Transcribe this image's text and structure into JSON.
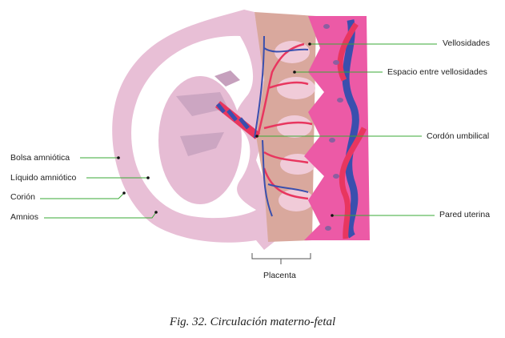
{
  "labels": {
    "vellosidades": "Vellosidades",
    "espacio": "Espacio entre vellosidades",
    "cordon": "Cordón umbilical",
    "pared": "Pared uterina",
    "bolsa": "Bolsa amniótica",
    "liquido": "Líquido amniótico",
    "corion": "Corión",
    "amnios": "Amnios",
    "placenta": "Placenta"
  },
  "caption": "Fig. 32. Circulación materno-fetal",
  "colors": {
    "leader": "#3aaa35",
    "chorion": "#e8bfd6",
    "uterine_wall": "#ec5aa6",
    "artery": "#e8365f",
    "vein": "#3a4fae",
    "intervillous": "#d9a89d"
  }
}
